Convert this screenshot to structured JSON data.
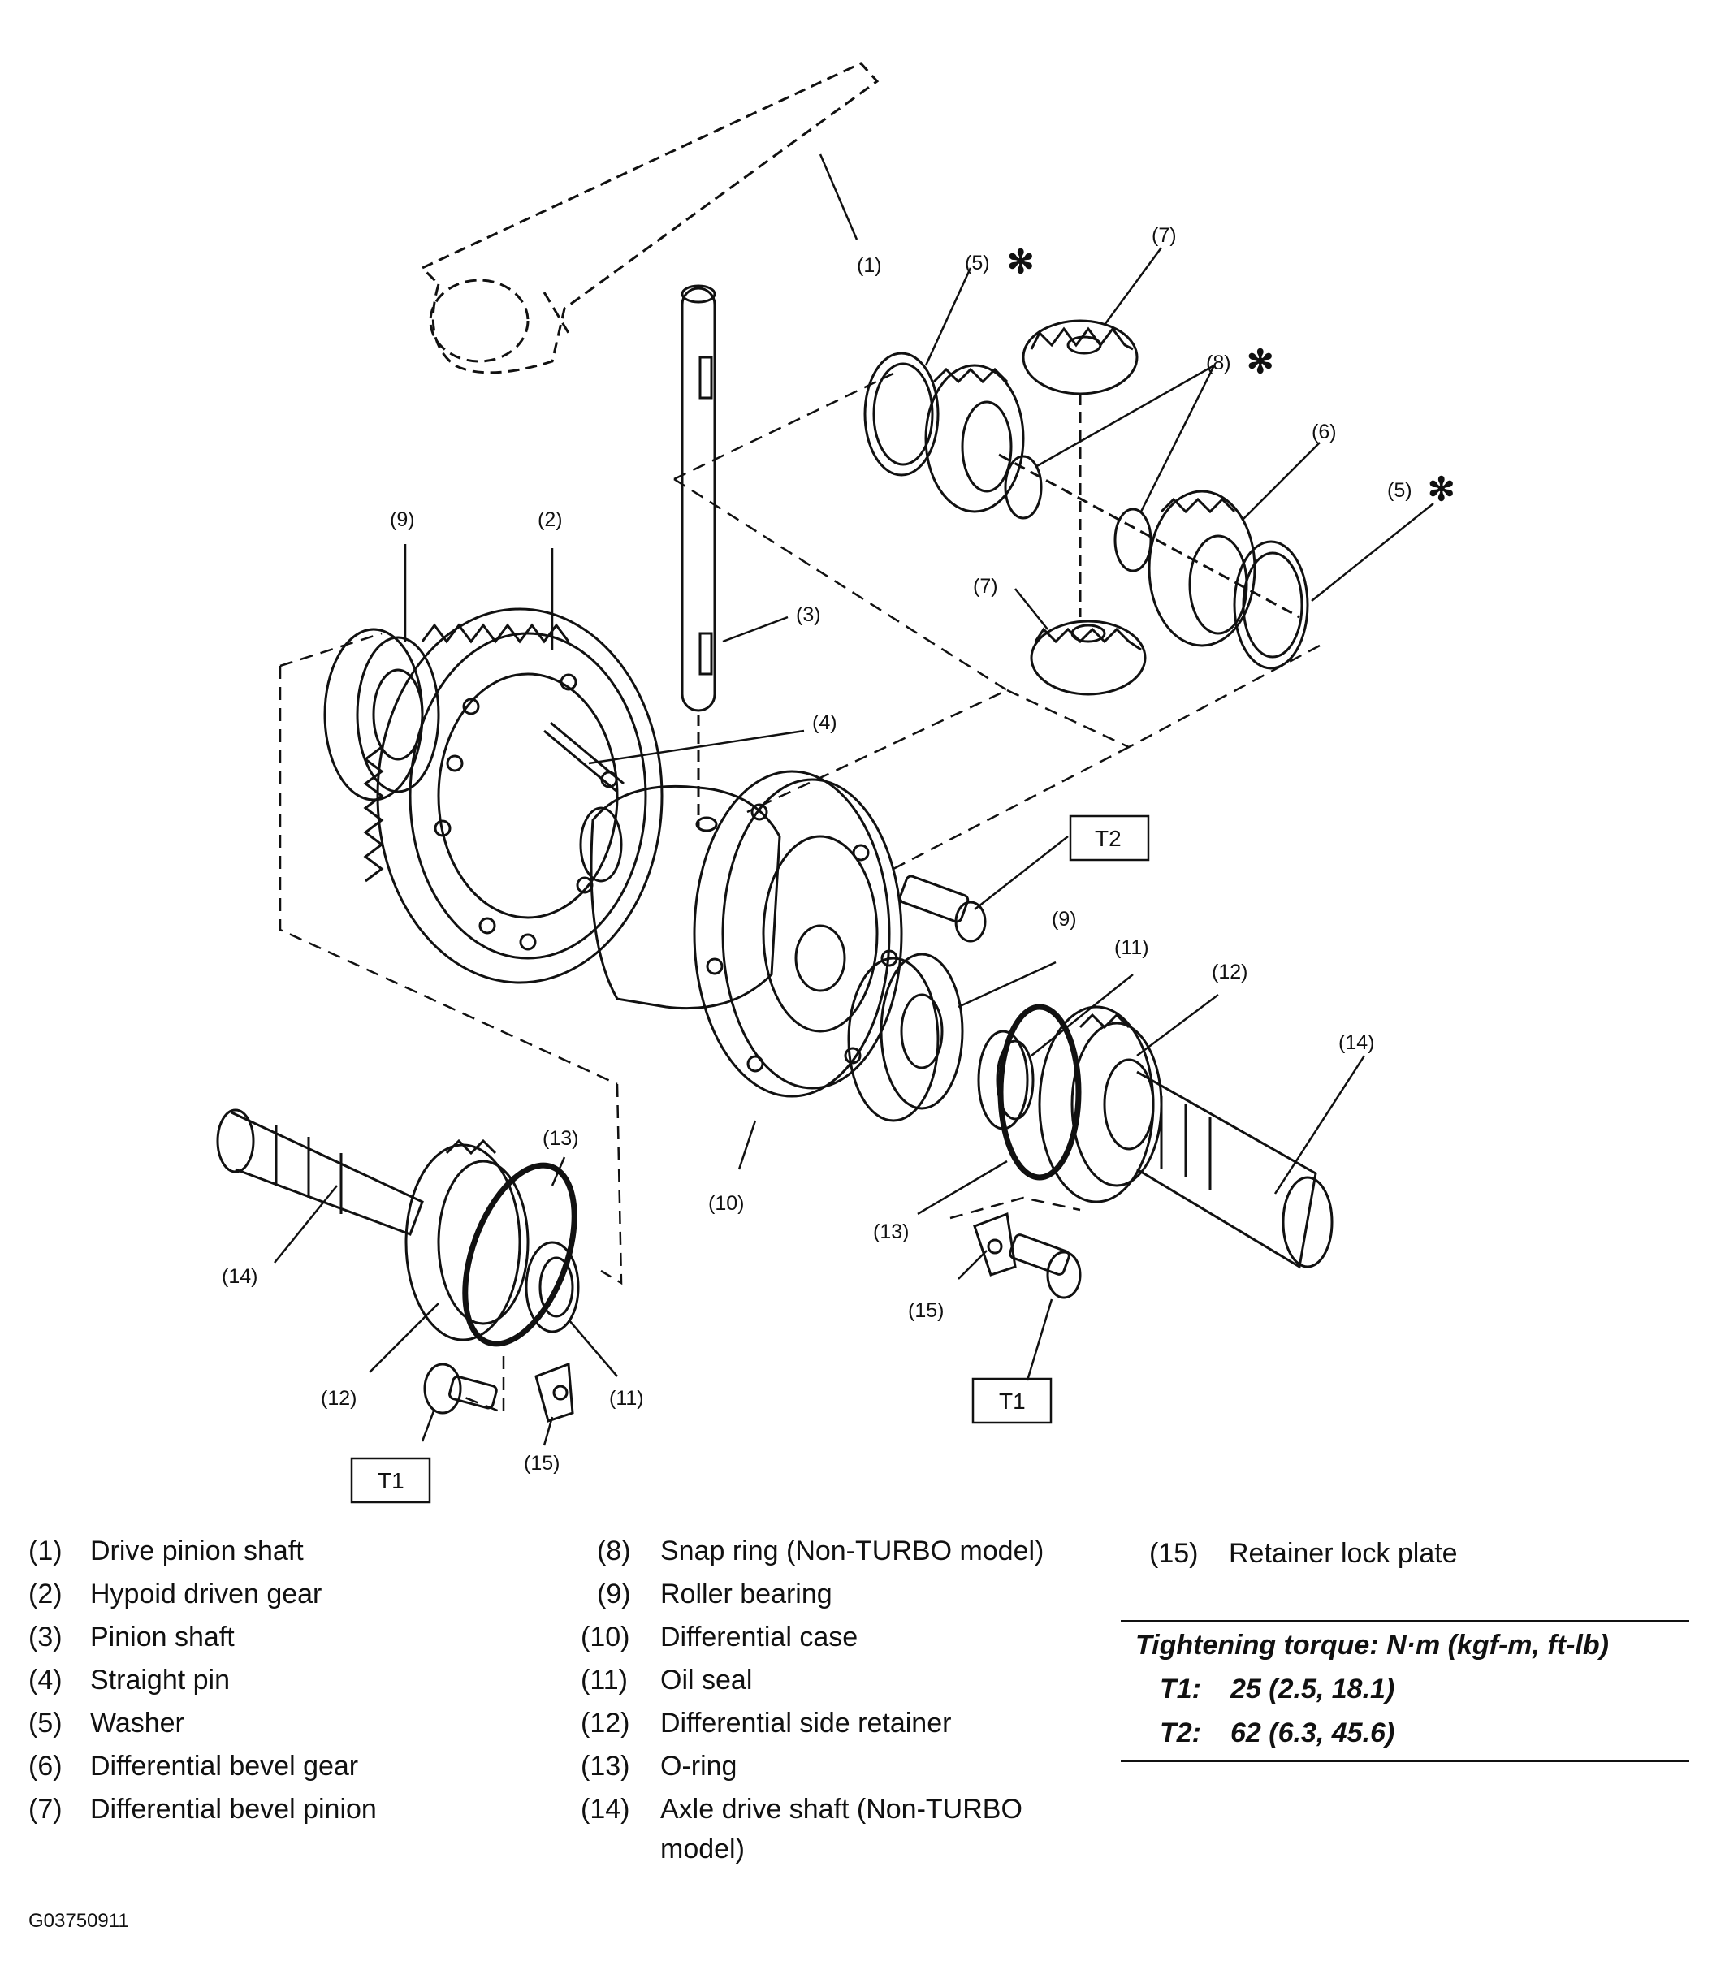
{
  "callouts": {
    "c1": "(1)",
    "c2": "(2)",
    "c3": "(3)",
    "c4": "(4)",
    "c5a": "(5)",
    "c5b": "(5)",
    "c6": "(6)",
    "c7a": "(7)",
    "c7b": "(7)",
    "c8": "(8)",
    "c9a": "(9)",
    "c9b": "(9)",
    "c10": "(10)",
    "c11a": "(11)",
    "c11b": "(11)",
    "c12a": "(12)",
    "c12b": "(12)",
    "c13a": "(13)",
    "c13b": "(13)",
    "c14a": "(14)",
    "c14b": "(14)",
    "c15a": "(15)",
    "c15b": "(15)",
    "asterisk": "✻",
    "t1a": "T1",
    "t1b": "T1",
    "t2": "T2"
  },
  "legend": [
    {
      "num": "(1)",
      "text": "Drive pinion shaft"
    },
    {
      "num": "(2)",
      "text": "Hypoid driven gear"
    },
    {
      "num": "(3)",
      "text": "Pinion shaft"
    },
    {
      "num": "(4)",
      "text": "Straight pin"
    },
    {
      "num": "(5)",
      "text": "Washer"
    },
    {
      "num": "(6)",
      "text": "Differential bevel gear"
    },
    {
      "num": "(7)",
      "text": "Differential bevel pinion"
    },
    {
      "num": "(8)",
      "text": "Snap ring (Non-TURBO model)"
    },
    {
      "num": "(9)",
      "text": "Roller bearing"
    },
    {
      "num": "(10)",
      "text": "Differential case"
    },
    {
      "num": "(11)",
      "text": "Oil seal"
    },
    {
      "num": "(12)",
      "text": "Differential side retainer"
    },
    {
      "num": "(13)",
      "text": "O-ring"
    },
    {
      "num": "(14)",
      "text": "Axle drive shaft (Non-TURBO"
    },
    {
      "num": "",
      "text": "model)"
    },
    {
      "num": "(15)",
      "text": "Retainer lock plate"
    }
  ],
  "torque": {
    "heading": "Tightening torque: N·m (kgf-m, ft-lb)",
    "t1_label": "T1:",
    "t1_value": "25 (2.5, 18.1)",
    "t2_label": "T2:",
    "t2_value": "62 (6.3, 45.6)"
  },
  "figure_code": "G03750911"
}
